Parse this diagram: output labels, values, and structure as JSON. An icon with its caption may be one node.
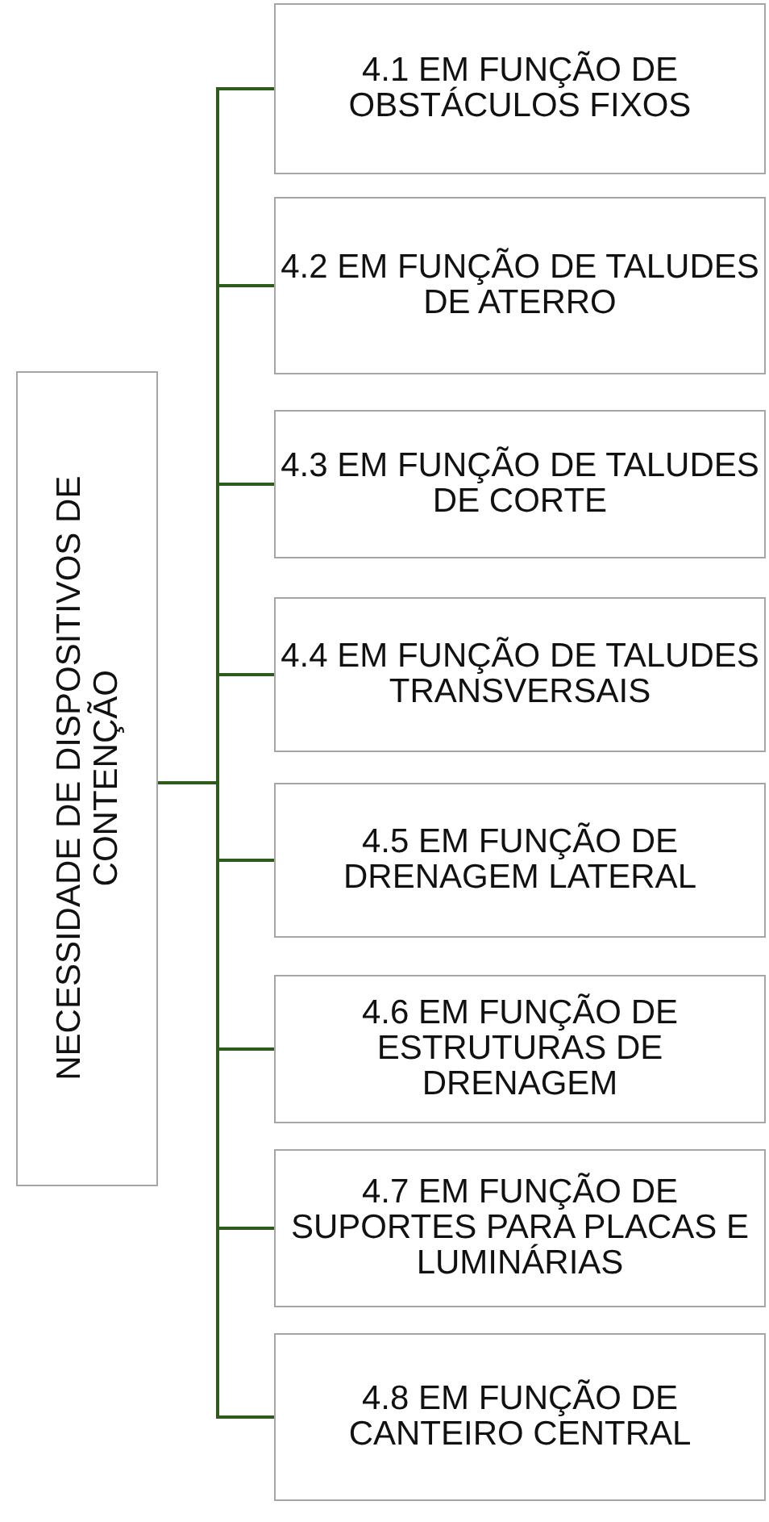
{
  "diagram": {
    "nodes": [
      {
        "text": [
          "NECESSIDADE DE DISPOSITIVOS DE CONTENÇÃO"
        ]
      },
      {
        "text": [
          "4.1 EM FUNÇÃO DE OBSTÁCULOS FIXOS"
        ]
      },
      {
        "text": [
          "4.2 EM FUNÇÃO DE TALUDES DE ATERRO"
        ]
      },
      {
        "text": [
          "4.3 EM FUNÇÃO DE TALUDES DE CORTE"
        ]
      },
      {
        "text": [
          "4.4 EM FUNÇÃO DE TALUDES TRANSVERSAIS"
        ]
      },
      {
        "text": [
          "4.5 EM FUNÇÃO DE DRENAGEM LATERAL"
        ]
      },
      {
        "text": [
          "4.6 EM FUNÇÃO DE ESTRUTURAS DE DRENAGEM"
        ]
      },
      {
        "text": [
          "4.7 EM FUNÇÃO DE SUPORTES PARA PLACAS E LUMINÁRIAS"
        ]
      },
      {
        "text": [
          "4.8 EM FUNÇÃO DE CANTEIRO CENTRAL"
        ]
      }
    ],
    "edges": [
      {
        "from": 0,
        "to": 1,
        "arrow": "none"
      },
      {
        "from": 0,
        "to": 2,
        "arrow": "none"
      },
      {
        "from": 0,
        "to": 3,
        "arrow": "none"
      },
      {
        "from": 0,
        "to": 4,
        "arrow": "none"
      },
      {
        "from": 0,
        "to": 5,
        "arrow": "none"
      },
      {
        "from": 0,
        "to": 6,
        "arrow": "none"
      },
      {
        "from": 0,
        "to": 7,
        "arrow": "none"
      },
      {
        "from": 0,
        "to": 8,
        "arrow": "none"
      }
    ]
  }
}
